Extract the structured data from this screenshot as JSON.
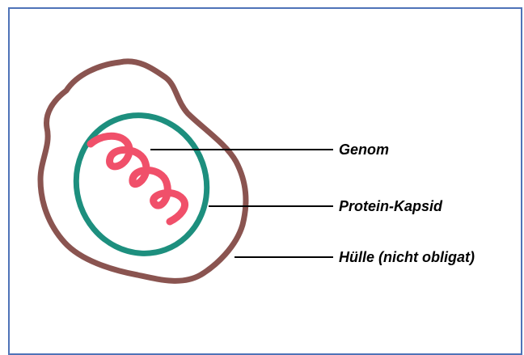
{
  "labels": {
    "genome": "Genom",
    "capsid": "Protein-Kapsid",
    "envelope": "Hülle (nicht obligat)"
  },
  "colors": {
    "frame": "#4f73b8",
    "envelope": "#8a5450",
    "capsid": "#1d8f7e",
    "genome": "#f0506a",
    "leader_line": "#000000"
  }
}
